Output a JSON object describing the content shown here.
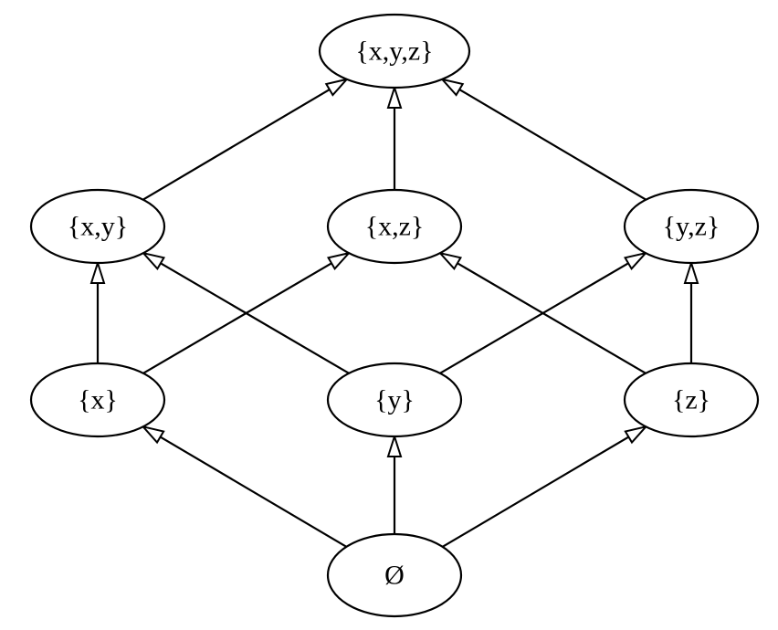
{
  "diagram": {
    "nodes": [
      {
        "id": "xyz",
        "label": "{x,y,z}"
      },
      {
        "id": "xy",
        "label": "{x,y}"
      },
      {
        "id": "xz",
        "label": "{x,z}"
      },
      {
        "id": "yz",
        "label": "{y,z}"
      },
      {
        "id": "x",
        "label": "{x}"
      },
      {
        "id": "y",
        "label": "{y}"
      },
      {
        "id": "z",
        "label": "{z}"
      },
      {
        "id": "empty",
        "label": "Ø"
      }
    ],
    "edges": [
      {
        "from": "empty",
        "to": "x"
      },
      {
        "from": "empty",
        "to": "y"
      },
      {
        "from": "empty",
        "to": "z"
      },
      {
        "from": "x",
        "to": "xy"
      },
      {
        "from": "x",
        "to": "xz"
      },
      {
        "from": "y",
        "to": "xy"
      },
      {
        "from": "y",
        "to": "yz"
      },
      {
        "from": "z",
        "to": "xz"
      },
      {
        "from": "z",
        "to": "yz"
      },
      {
        "from": "xy",
        "to": "xyz"
      },
      {
        "from": "xz",
        "to": "xyz"
      },
      {
        "from": "yz",
        "to": "xyz"
      }
    ]
  }
}
